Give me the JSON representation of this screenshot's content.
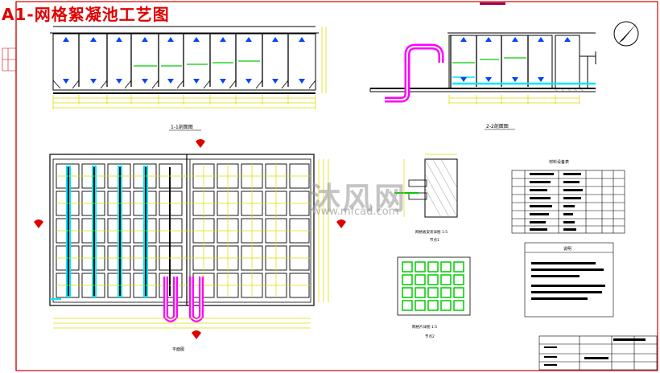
{
  "title": "A1-网格絮凝池工艺图",
  "watermark": {
    "text": "沐风网",
    "url": "www.mfcad.com"
  },
  "colors": {
    "frame": "#d00000",
    "line": "#000000",
    "pipe": "#ff00ff",
    "water": "#00e5ff",
    "grid": "#00ff00",
    "dim": "#ffff00",
    "arrow": "#0044ff"
  },
  "sections": {
    "section1": "1-1剖面图",
    "section2": "2-2剖面图"
  },
  "detail": {
    "scale1": "1:5",
    "scale2": "1:5",
    "node1": "节点1",
    "node2": "节点2"
  },
  "notes_title": "说明",
  "table_title": "材料设备表"
}
